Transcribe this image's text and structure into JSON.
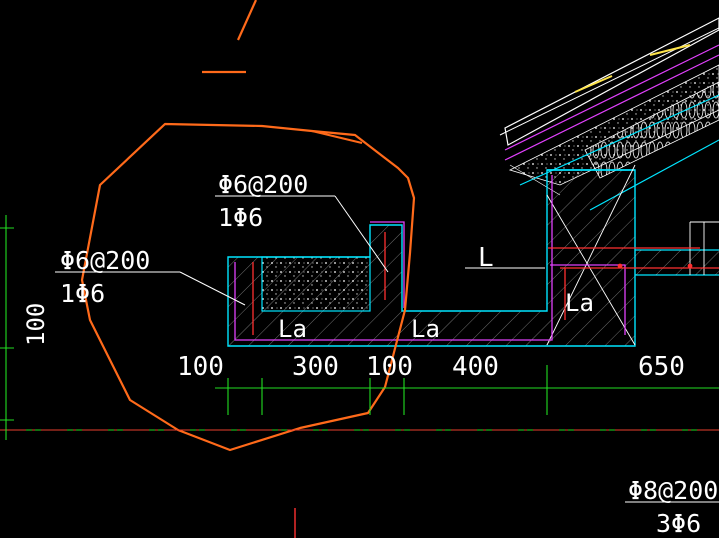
{
  "drawing": {
    "colors": {
      "background": "#000000",
      "outline": "#ff6a1a",
      "concrete": "#00e5ff",
      "rebar": "#e040fb",
      "dimension": "#22dd22",
      "red": "#ff3030",
      "text": "#ffffff",
      "yellow": "#ffe54a"
    },
    "annotations": {
      "callout_top_1": "Φ6@200",
      "callout_top_2": "1Φ6",
      "callout_left_1": "Φ6@200",
      "callout_left_2": "1Φ6",
      "callout_right_1": "Φ8@200",
      "callout_right_2": "3Φ6",
      "label_L": "L",
      "label_la_1": "La",
      "label_la_2": "La",
      "label_la_3": "La"
    },
    "dimensions": [
      "100",
      "300",
      "100",
      "400",
      "650"
    ],
    "side_dimension": "100"
  }
}
